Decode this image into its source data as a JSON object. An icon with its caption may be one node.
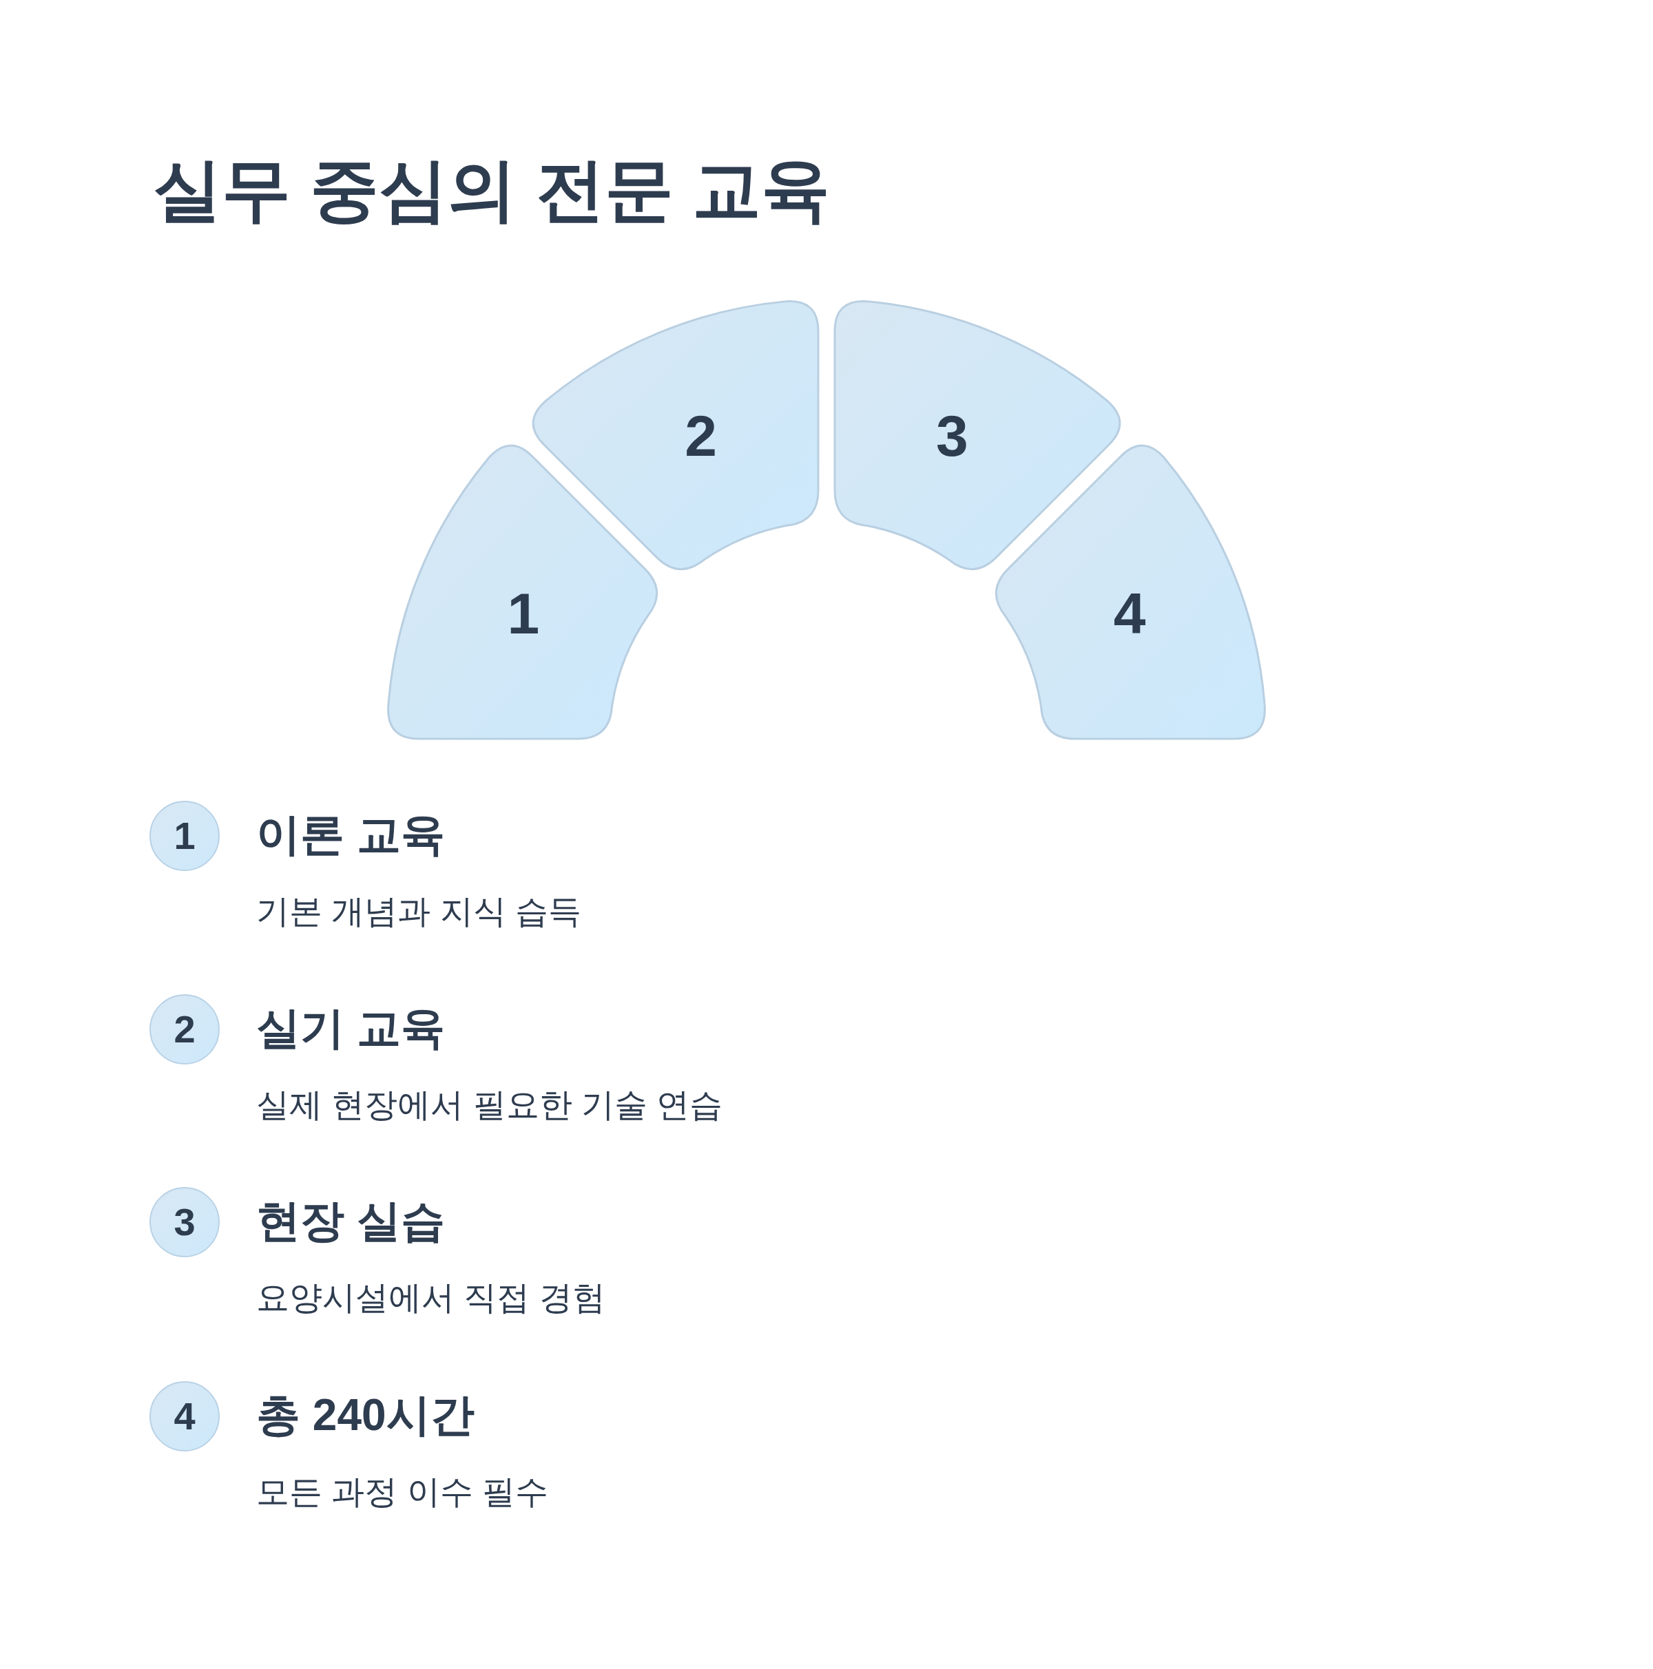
{
  "diagram": {
    "title": "실무 중심의 전문 교육",
    "nodes": [
      {
        "text": [
          "1"
        ]
      },
      {
        "text": [
          "2"
        ]
      },
      {
        "text": [
          "3"
        ]
      },
      {
        "text": [
          "4"
        ]
      },
      {
        "text": [
          "1"
        ],
        "beside": [
          "이론 교육",
          "기본 개념과 지식 습득"
        ]
      },
      {
        "text": [
          "2"
        ],
        "beside": [
          "실기 교육",
          "실제 현장에서 필요한 기술 연습"
        ]
      },
      {
        "text": [
          "3"
        ],
        "beside": [
          "현장 실습",
          "요양시설에서 직접 경험"
        ]
      },
      {
        "text": [
          "4"
        ],
        "beside": [
          "총 240시간",
          "모든 과정 이수 필수"
        ]
      }
    ]
  }
}
